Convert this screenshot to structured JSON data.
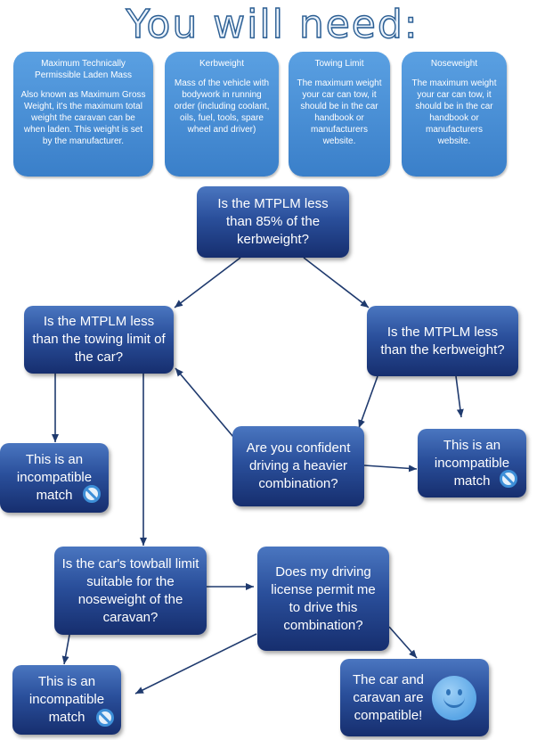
{
  "title": "You will need:",
  "info_boxes": [
    {
      "heading": "Maximum Technically Permissible Laden Mass",
      "body": "Also known as Maximum Gross Weight, it's the maximum total weight the caravan can be when laden. This weight is set by the manufacturer."
    },
    {
      "heading": "Kerbweight",
      "body": "Mass of the vehicle with bodywork in running order (including coolant, oils, fuel, tools, spare wheel and driver)"
    },
    {
      "heading": "Towing Limit",
      "body": "The maximum weight your car can tow, it should be in the car handbook or manufacturers website."
    },
    {
      "heading": "Noseweight",
      "body": "The maximum weight your car can tow, it should be in the car handbook or manufacturers website."
    }
  ],
  "nodes": {
    "q_85_percent": "Is the MTPLM less than 85% of the kerbweight?",
    "q_towing_limit": "Is the MTPLM less than the towing limit of the car?",
    "q_kerbweight": "Is the MTPLM less than the kerbweight?",
    "q_confident": "Are you confident driving a heavier combination?",
    "incompatible_1": "This is an incompatible match",
    "incompatible_2": "This is an incompatible match",
    "incompatible_3": "This is an incompatible match",
    "q_towball": "Is the car's towball limit suitable for the noseweight of the caravan?",
    "q_license": "Does my driving license permit me to drive this combination?",
    "compatible": "The car and caravan are compatible!"
  },
  "icons": {
    "incompatible": "no-entry-icon",
    "compatible": "smiley-icon"
  },
  "colors": {
    "title_stroke": "#2a5d92",
    "info_box": "#4a90d9",
    "node_top": "#4a76c0",
    "node_bottom": "#162e6e",
    "arrow": "#1f3a6e"
  }
}
